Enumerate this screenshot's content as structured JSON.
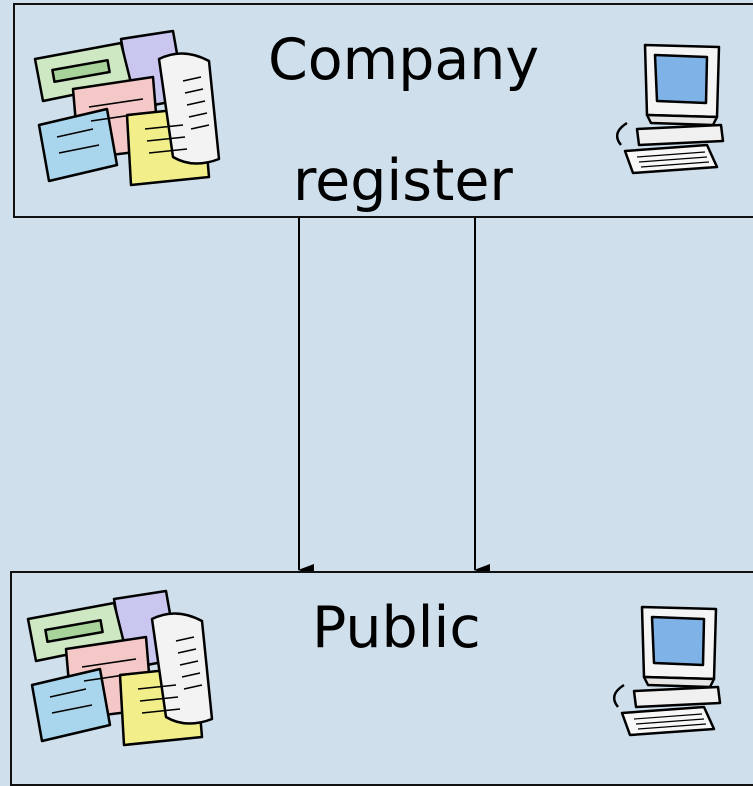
{
  "top_box": {
    "title_line1": "Company",
    "title_line2": "register",
    "icons": [
      "documents-icon",
      "computer-icon"
    ]
  },
  "bottom_box": {
    "title": "Public",
    "icons": [
      "documents-icon",
      "computer-icon"
    ]
  },
  "connectors": [
    "arrow-1",
    "arrow-2"
  ],
  "colors": {
    "background": "#cfdfec",
    "border": "#111111",
    "screen": "#7fb2e6"
  }
}
